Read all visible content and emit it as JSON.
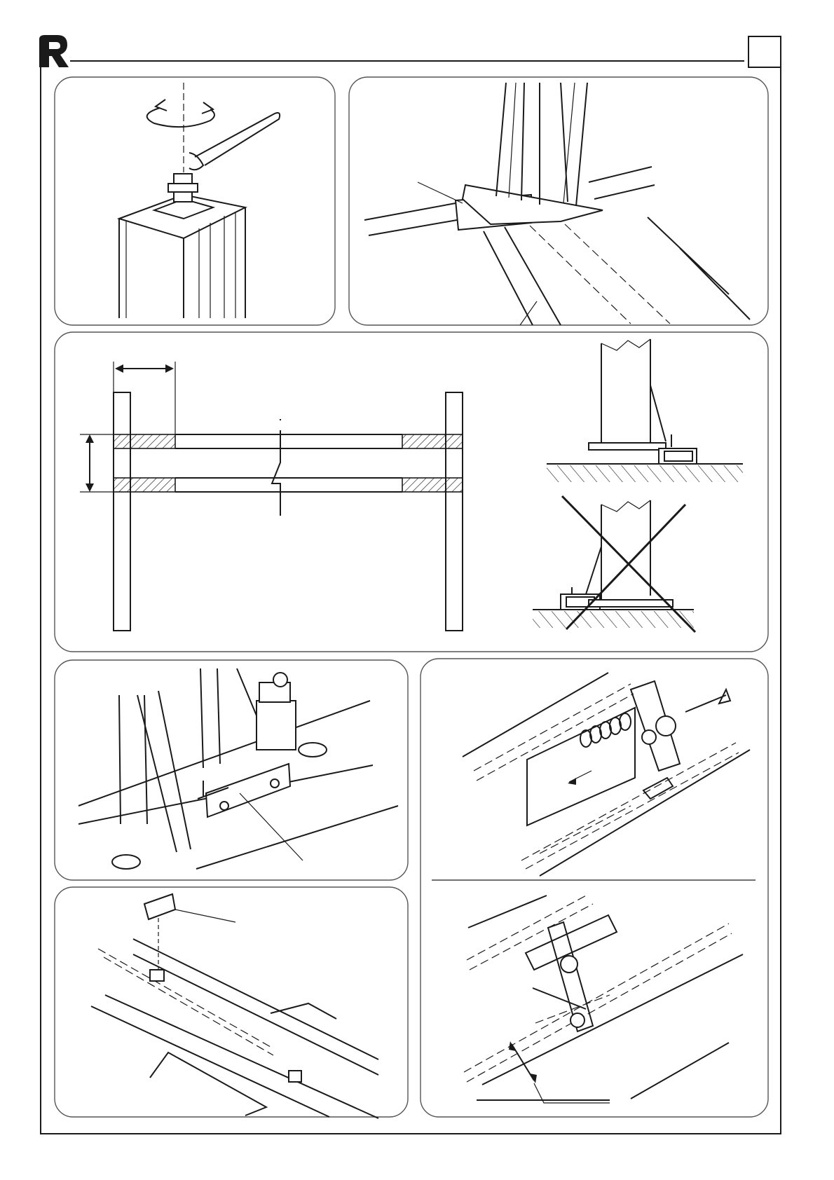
{
  "document": {
    "type": "installation-manual-figure-page",
    "logo_mark": "R",
    "page_number_box": ""
  },
  "figures": [
    {
      "id": "fig-anchor-nut-adjustment",
      "icon": "wrench-icon"
    },
    {
      "id": "fig-column-base-on-rail",
      "icon": "chain-icon"
    },
    {
      "id": "fig-frame-dimension-diagram",
      "icon": "dimension-arrow-icon"
    },
    {
      "id": "fig-column-base-correct",
      "icon": "base-plate-icon"
    },
    {
      "id": "fig-column-base-incorrect",
      "icon": "crossed-out-icon"
    },
    {
      "id": "fig-limit-switch-bracket",
      "icon": "switch-icon"
    },
    {
      "id": "fig-chain-tensioner-exploded",
      "icon": "spring-icon"
    },
    {
      "id": "fig-rail-clip-insertion",
      "icon": "clip-icon"
    },
    {
      "id": "fig-chain-tensioner-assembled",
      "icon": "tensioner-icon"
    }
  ]
}
